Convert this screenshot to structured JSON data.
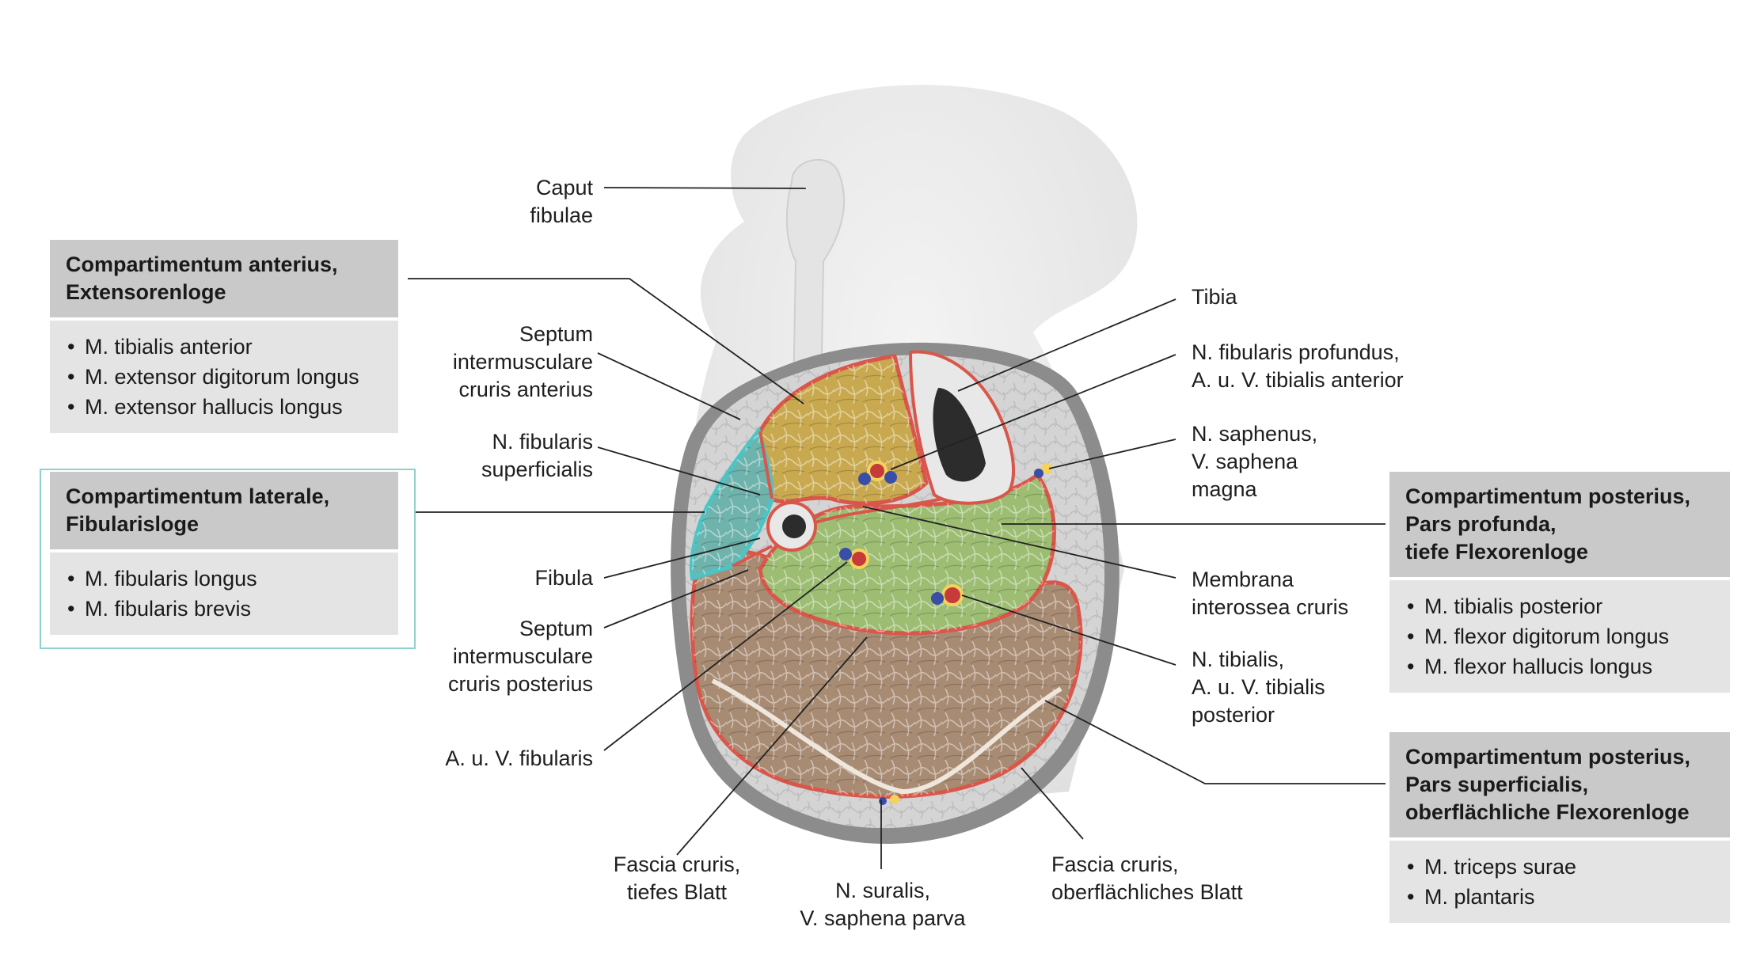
{
  "colors": {
    "anterior_compartment": "#c9a94f",
    "lateral_compartment": "#6fb3ad",
    "deep_posterior_compartment": "#9cbd72",
    "superficial_posterior_compartment": "#a88b73",
    "fascia": "#d9574a",
    "lateral_highlight": "#4fc3c3",
    "box_header": "#c9c9c9",
    "box_body": "#e4e4e4"
  },
  "boxes": {
    "anterior": {
      "title": "Compartimentum anterius,\nExtensorenloge",
      "items": [
        "M. tibialis anterior",
        "M. extensor digitorum longus",
        "M. extensor hallucis longus"
      ]
    },
    "lateral": {
      "title": "Compartimentum laterale,\nFibularisloge",
      "items": [
        "M. fibularis longus",
        "M. fibularis brevis"
      ]
    },
    "posterior_deep": {
      "title": "Compartimentum posterius,\nPars profunda,\ntiefe Flexorenloge",
      "items": [
        "M. tibialis posterior",
        "M. flexor digitorum longus",
        "M. flexor hallucis longus"
      ]
    },
    "posterior_superficial": {
      "title": "Compartimentum posterius,\nPars superficialis,\noberflächliche Flexorenloge",
      "items": [
        "M. triceps surae",
        "M. plantaris"
      ]
    }
  },
  "labels": {
    "caput_fibulae": "Caput\nfibulae",
    "septum_anterius": "Septum\nintermusculare\ncruris anterius",
    "n_fibularis_superficialis": "N. fibularis\nsuperficialis",
    "fibula": "Fibula",
    "septum_posterius": "Septum\nintermusculare\ncruris posterius",
    "a_v_fibularis": "A. u. V. fibularis",
    "fascia_tief": "Fascia cruris,\ntiefes Blatt",
    "n_suralis": "N. suralis,\nV. saphena parva",
    "fascia_oberflaechlich": "Fascia cruris,\noberflächliches Blatt",
    "tibia": "Tibia",
    "n_fibularis_profundus": "N. fibularis profundus,\nA. u. V. tibialis anterior",
    "n_saphenus": "N. saphenus,\nV. saphena\nmagna",
    "membrana_interossea": "Membrana\ninterossea cruris",
    "n_tibialis": "N. tibialis,\nA. u. V. tibialis\nposterior"
  }
}
